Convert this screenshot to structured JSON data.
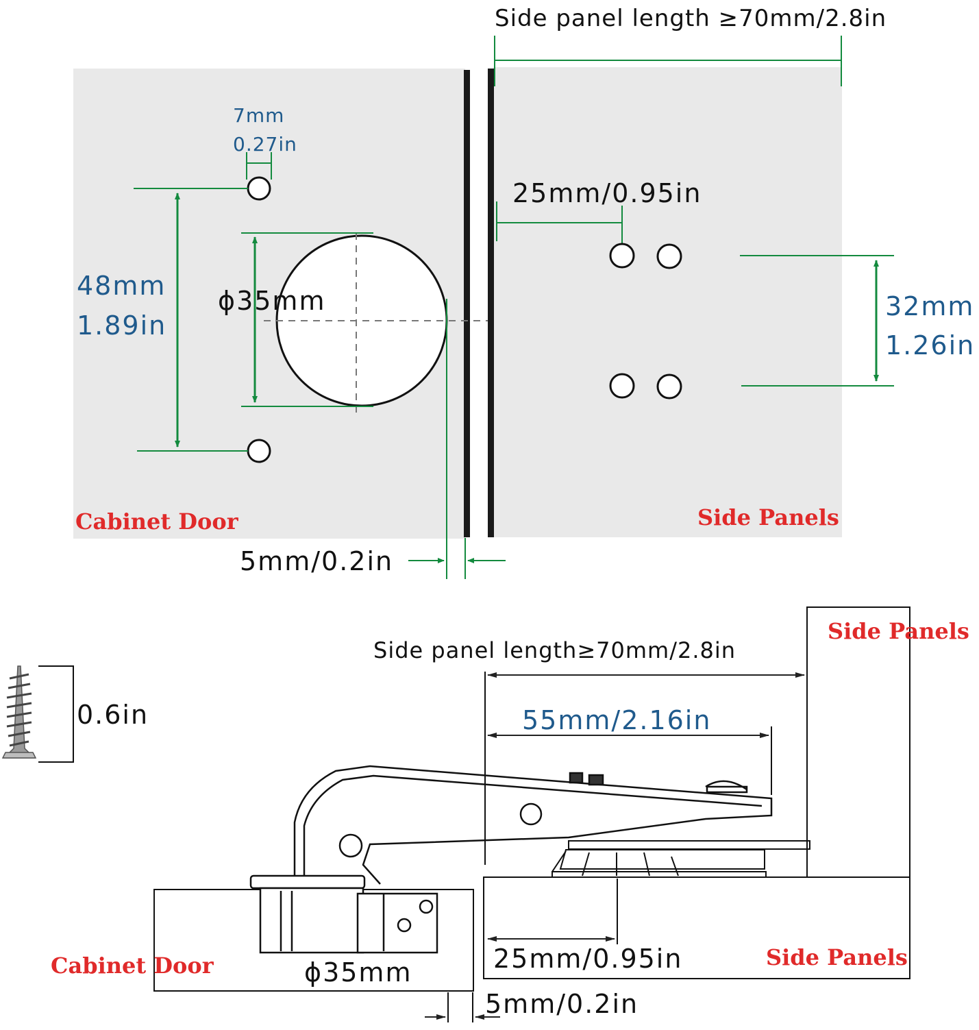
{
  "colors": {
    "dimension_line": "#138a3e",
    "blue_text": "#1f5a8c",
    "label_red": "#e02a2a",
    "panel_fill": "#e9e9e9",
    "outline": "#111111"
  },
  "top": {
    "side_panel_length": "Side panel length ≥70mm/2.8in",
    "screw_hole_mm": "7mm",
    "screw_hole_in": "0.27in",
    "hole_spacing_mm": "48mm",
    "hole_spacing_in": "1.89in",
    "cup_diameter": "ϕ35mm",
    "plate_offset": "25mm/0.95in",
    "plate_spacing_mm": "32mm",
    "plate_spacing_in": "1.26in",
    "door_gap": "5mm/0.2in",
    "cabinet_door_label": "Cabinet Door",
    "side_panels_label": "Side Panels"
  },
  "bottom": {
    "side_panel_length": "Side panel length≥70mm/2.8in",
    "arm_length": "55mm/2.16in",
    "screw_length": "0.6in",
    "plate_offset": "25mm/0.95in",
    "cup_diameter": "ϕ35mm",
    "door_gap": "5mm/0.2in",
    "cabinet_door_label": "Cabinet Door",
    "side_panels_label_top": "Side Panels",
    "side_panels_label_bottom": "Side Panels"
  }
}
